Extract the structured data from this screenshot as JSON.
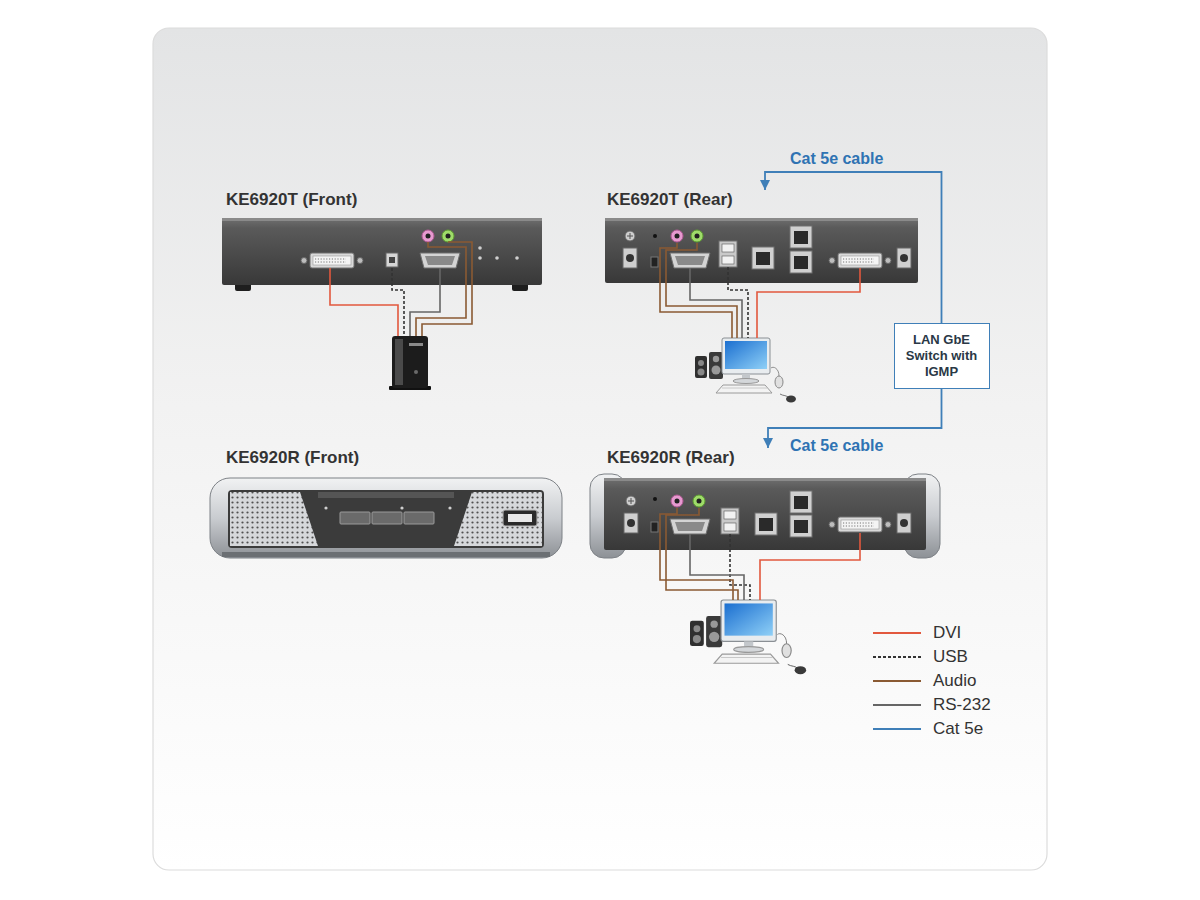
{
  "diagram": {
    "nodes": [
      {
        "text": [
          "KE6920T (Front)"
        ]
      },
      {
        "text": [
          "KE6920T (Rear)"
        ]
      },
      {
        "text": [
          "LAN GbE Switch with IGMP"
        ]
      },
      {
        "text": [
          "KE6920R (Front)"
        ]
      },
      {
        "text": [
          "KE6920R (Rear)"
        ]
      }
    ],
    "edges": [
      {
        "from": 2,
        "to": 1,
        "arrow": "to",
        "label": "Cat 5e cable"
      },
      {
        "from": 2,
        "to": 4,
        "arrow": "to",
        "label": "Cat 5e cable"
      }
    ],
    "legend": [
      {
        "text": "DVI"
      },
      {
        "text": "USB"
      },
      {
        "text": "Audio"
      },
      {
        "text": "RS-232"
      },
      {
        "text": "Cat 5e"
      }
    ]
  }
}
